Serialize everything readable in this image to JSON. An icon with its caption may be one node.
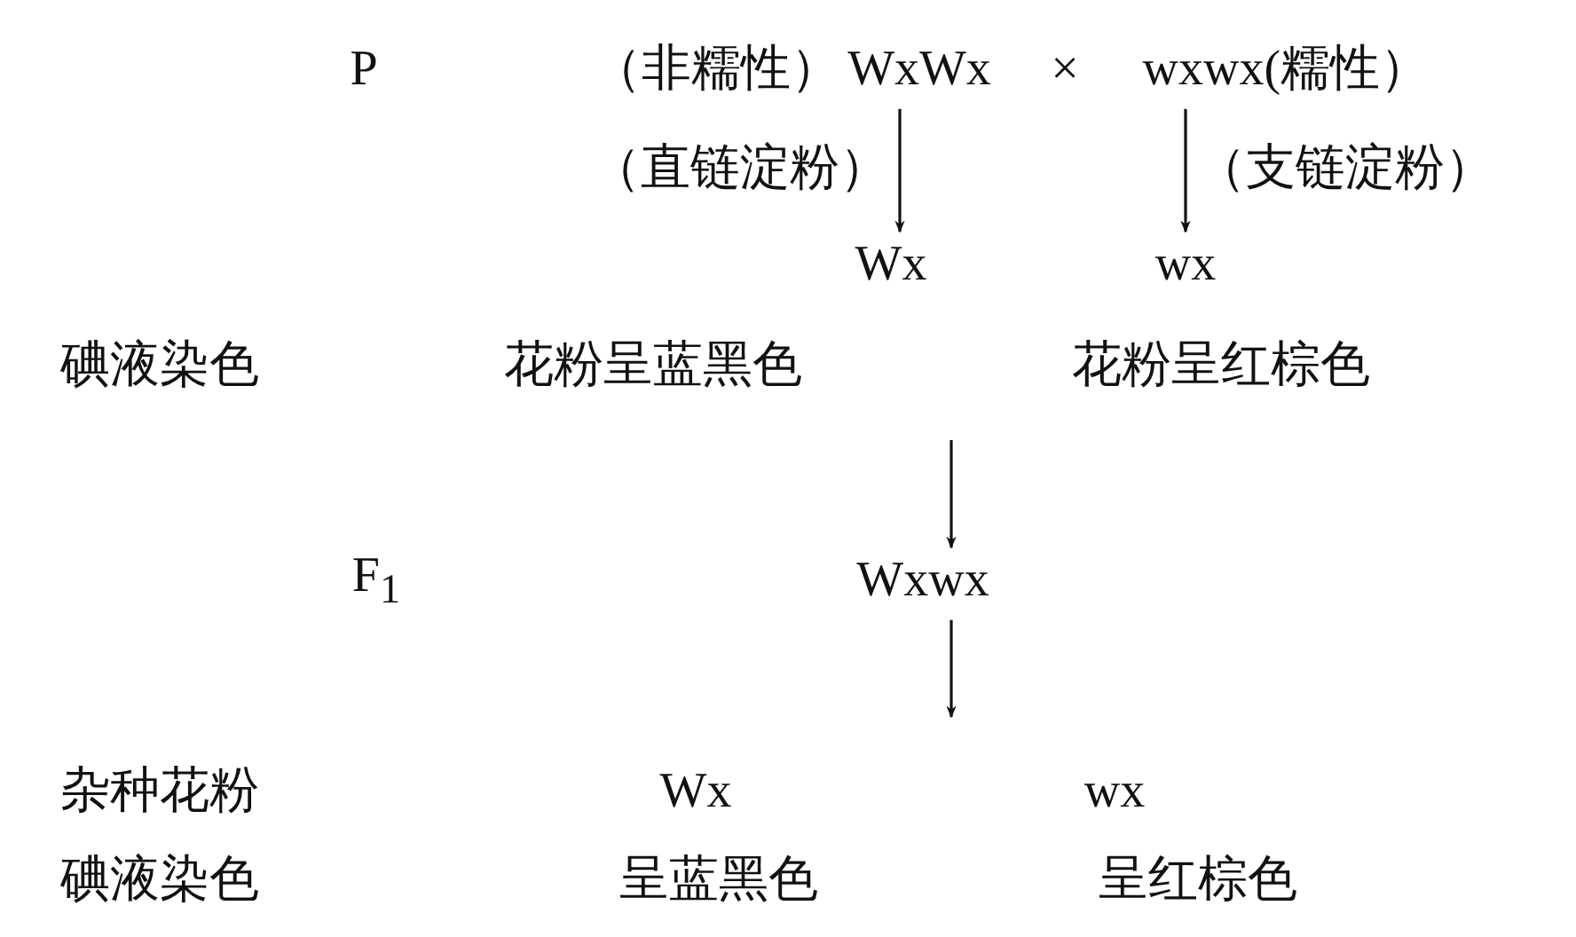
{
  "diagram": {
    "nodes": [
      {
        "text": [
          "WxWx"
        ],
        "beside": [
          "（非糯性）"
        ]
      },
      {
        "text": [
          "wxwx"
        ],
        "beside": [
          "(糯性）"
        ]
      },
      {
        "text": [
          "Wx"
        ]
      },
      {
        "text": [
          "wx"
        ]
      },
      {
        "text": [
          "Wxwx"
        ]
      }
    ],
    "edges": [
      {
        "from": 0,
        "to": 2,
        "arrow": "to",
        "label": "（直链淀粉）"
      },
      {
        "from": 1,
        "to": 3,
        "arrow": "to",
        "label": "（支链淀粉）"
      },
      {
        "from": null,
        "to": 4,
        "arrow": "to"
      },
      {
        "from": 4,
        "to": null,
        "arrow": "to"
      }
    ],
    "labels": [
      "P",
      "×",
      "碘液染色",
      "花粉呈蓝黑色",
      "花粉呈红棕色",
      "F$_{1}$",
      "杂种花粉",
      "Wx",
      "wx",
      "碘液染色",
      "呈蓝黑色",
      "呈红棕色"
    ]
  }
}
